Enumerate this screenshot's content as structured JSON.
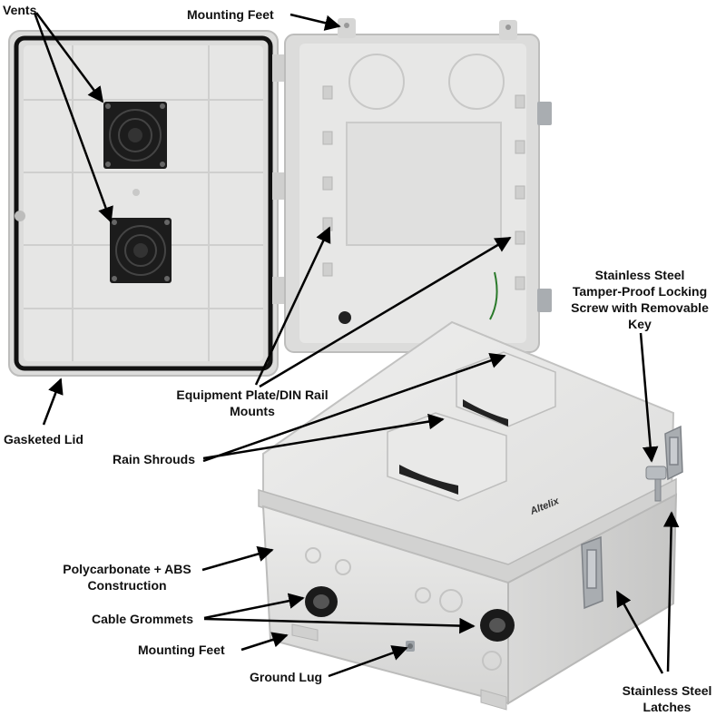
{
  "labels": {
    "vents": "Vents",
    "mounting_feet_top": "Mounting Feet",
    "gasketed_lid": "Gasketed Lid",
    "equipment_plate_line1": "Equipment Plate/DIN Rail",
    "equipment_plate_line2": "Mounts",
    "rain_shrouds": "Rain Shrouds",
    "locking_screw_line1": "Stainless Steel",
    "locking_screw_line2": "Tamper-Proof Locking",
    "locking_screw_line3": "Screw with Removable",
    "locking_screw_line4": "Key",
    "construction_line1": "Polycarbonate + ABS",
    "construction_line2": "Construction",
    "cable_grommets": "Cable Grommets",
    "mounting_feet_bottom": "Mounting Feet",
    "ground_lug": "Ground Lug",
    "latches_line1": "Stainless Steel",
    "latches_line2": "Latches"
  },
  "brand": "Altelix",
  "colors": {
    "enclosure_body": "#e3e3e2",
    "enclosure_shadow": "#c9c9c8",
    "gasket": "#111111",
    "vent_fan": "#1a1a1a",
    "latch_steel": "#a9adb1",
    "arrow": "#000000"
  }
}
